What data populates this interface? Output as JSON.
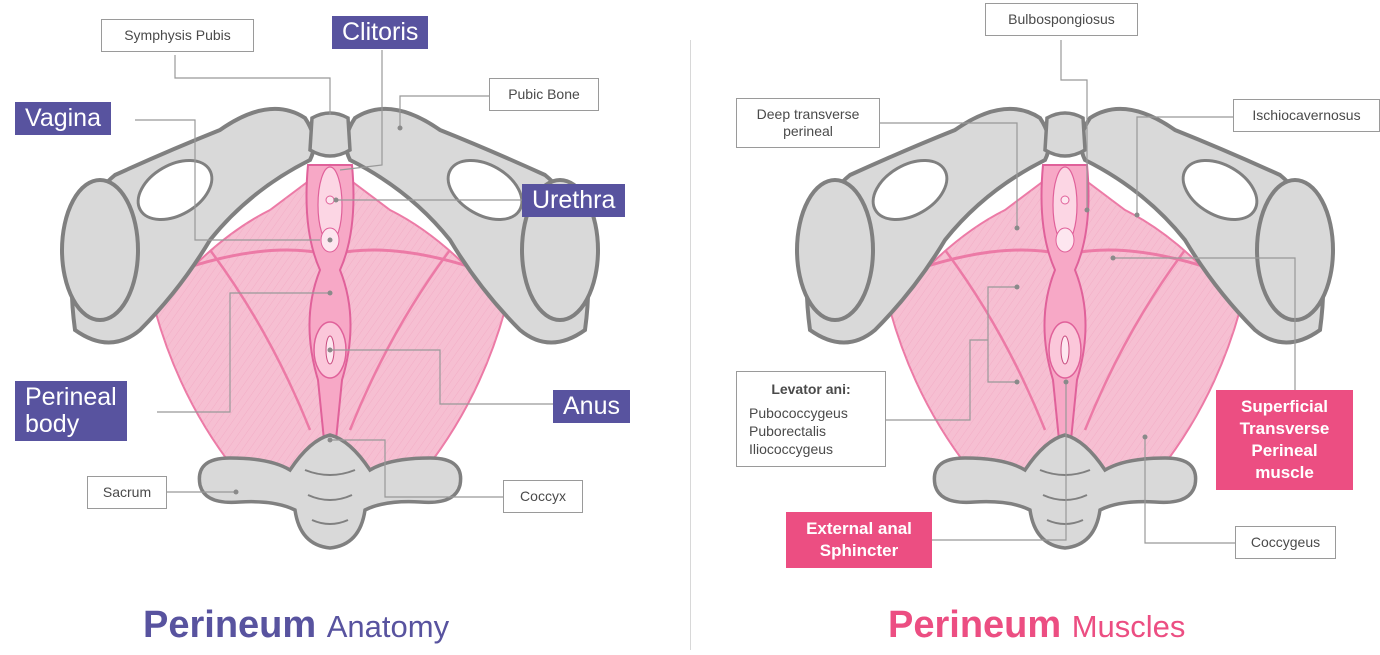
{
  "colors": {
    "purple": "#58539f",
    "pink_label": "#ec4e82",
    "muscle_fill": "#f6bfd2",
    "muscle_line": "#ec7aa6",
    "bone_fill": "#d9d9d9",
    "bone_outline": "#808080",
    "leader": "#999999"
  },
  "anatomy": {
    "title_bold": "Perineum",
    "title_light": "Anatomy",
    "labels": {
      "symphysis_pubis": "Symphysis Pubis",
      "clitoris": "Clitoris",
      "pubic_bone": "Pubic Bone",
      "vagina": "Vagina",
      "urethra": "Urethra",
      "perineal_body": [
        "Perineal",
        "body"
      ],
      "anus": "Anus",
      "sacrum": "Sacrum",
      "coccyx": "Coccyx"
    }
  },
  "muscles": {
    "title_bold": "Perineum",
    "title_light": "Muscles",
    "labels": {
      "bulbospongiosus": "Bulbospongiosus",
      "deep_transverse_perineal": [
        "Deep transverse",
        "perineal"
      ],
      "ischiocavernosus": "Ischiocavernosus",
      "levator_ani": {
        "heading": "Levator ani:",
        "items": [
          "Pubococcygeus",
          "Puborectalis",
          "Iliococcygeus"
        ]
      },
      "superficial_transverse_perineal": [
        "Superficial",
        "Transverse",
        "Perineal muscle"
      ],
      "external_anal_sphincter": [
        "External anal",
        "Sphincter"
      ],
      "coccygeus": "Coccygeus"
    }
  }
}
